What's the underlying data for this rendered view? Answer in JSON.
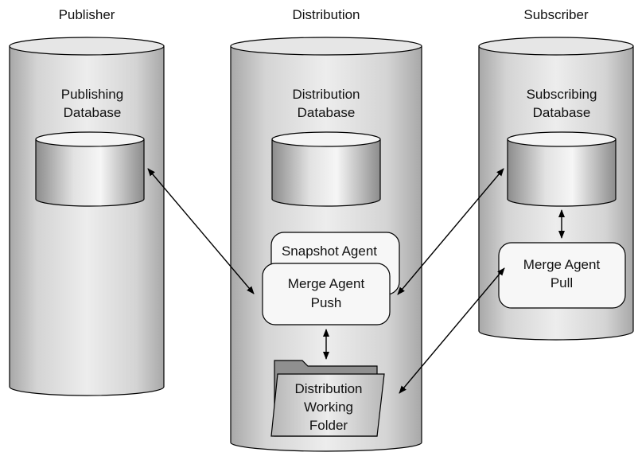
{
  "columns": {
    "publisher": {
      "title": "Publisher",
      "db_line1": "Publishing",
      "db_line2": "Database"
    },
    "distribution": {
      "title": "Distribution",
      "db_line1": "Distribution",
      "db_line2": "Database"
    },
    "subscriber": {
      "title": "Subscriber",
      "db_line1": "Subscribing",
      "db_line2": "Database"
    }
  },
  "agents": {
    "snapshot": "Snapshot Agent",
    "merge_push_line1": "Merge Agent",
    "merge_push_line2": "Push",
    "merge_pull_line1": "Merge Agent",
    "merge_pull_line2": "Pull"
  },
  "folder": {
    "line1": "Distribution",
    "line2": "Working",
    "line3": "Folder"
  },
  "colors": {
    "cylinder_light": "#f2f2f2",
    "cylinder_mid": "#cfcfcf",
    "cylinder_dark": "#9a9a9a",
    "outline": "#000000",
    "agent_fill": "#f7f7f7"
  }
}
